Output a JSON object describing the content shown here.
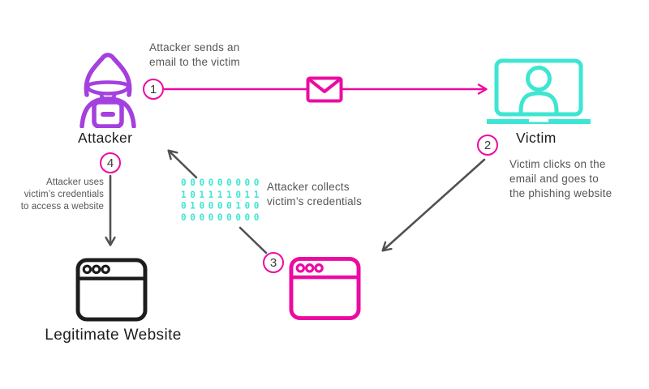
{
  "diagram": {
    "subject": "phishing attack flow"
  },
  "colors": {
    "magenta": "#ec0ba1",
    "purple": "#a440df",
    "teal": "#3de6d2",
    "arrow_gray": "#515155",
    "text_gray": "#56565a",
    "label_black": "#1d1d1d"
  },
  "nodes": {
    "attacker": {
      "label": "Attacker",
      "icon": "hooded-hacker-icon"
    },
    "victim": {
      "label": "Victim",
      "icon": "laptop-user-icon"
    },
    "phishing_website": {
      "icon": "browser-window-icon"
    },
    "legitimate_website": {
      "label": "Legitimate Website",
      "icon": "browser-window-icon"
    }
  },
  "steps": [
    {
      "number": "1",
      "lines": [
        "Attacker sends an",
        "email to the victim"
      ]
    },
    {
      "number": "2",
      "lines": [
        "Victim clicks on the",
        "email and goes to",
        "the phishing website"
      ]
    },
    {
      "number": "3",
      "lines": [
        "Attacker collects",
        "victim’s credentials"
      ]
    },
    {
      "number": "4",
      "lines": [
        "Attacker uses",
        "victim’s credentials",
        "to access a website"
      ]
    }
  ],
  "binary_block": {
    "rows": [
      "000000000",
      "101111011",
      "010000100",
      "000000000"
    ]
  }
}
